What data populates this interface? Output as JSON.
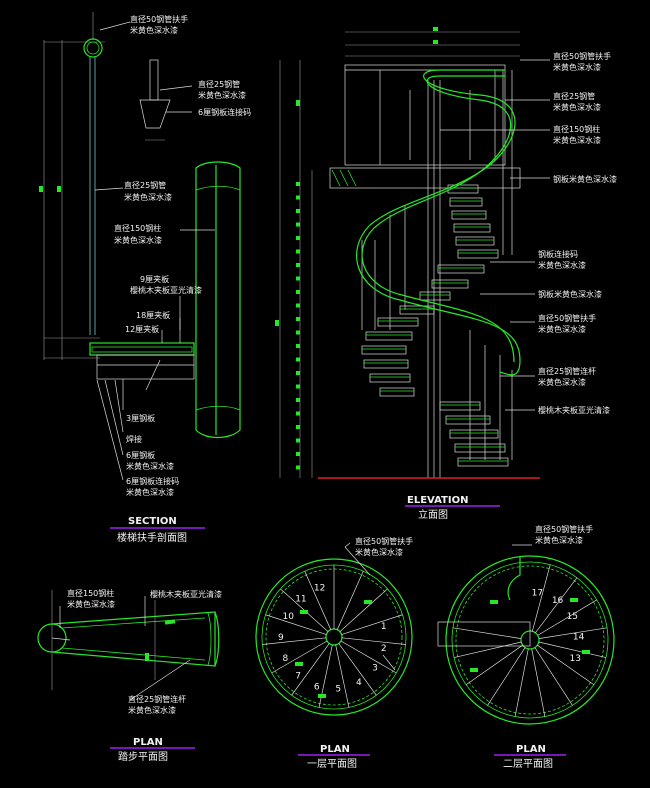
{
  "section": {
    "title": "SECTION",
    "subtitle": "楼梯扶手剖面图",
    "labels": [
      "直径50钢管扶手",
      "米黄色深水漆",
      "直径25钢管",
      "米黄色深水漆",
      "6厘钢板连接码",
      "直径25钢管",
      "米黄色深水漆",
      "直径150钢柱",
      "米黄色深水漆",
      "9厘夹板",
      "樱桃木夹板亚光清漆",
      "18厘夹板",
      "12厘夹板",
      "3厘钢板",
      "焊接",
      "6厘钢板",
      "米黄色深水漆",
      "6厘钢板连接码",
      "米黄色深水漆"
    ]
  },
  "elevation": {
    "title": "ELEVATION",
    "subtitle": "立面图",
    "labels": [
      "直径50钢管扶手",
      "米黄色深水漆",
      "直径25钢管",
      "米黄色深水漆",
      "直径150钢柱",
      "米黄色深水漆",
      "钢板米黄色深水漆",
      "钢板连接码",
      "米黄色深水漆",
      "钢板米黄色深水漆",
      "直径50钢管扶手",
      "米黄色深水漆",
      "直径25钢管连杆",
      "米黄色深水漆",
      "樱桃木夹板亚光清漆"
    ]
  },
  "plan_step": {
    "title": "PLAN",
    "subtitle": "踏步平面图",
    "labels": [
      "直径150钢柱",
      "米黄色深水漆",
      "樱桃木夹板亚光清漆",
      "直径25钢管连杆",
      "米黄色深水漆"
    ]
  },
  "plan_first": {
    "title": "PLAN",
    "subtitle": "一层平面图",
    "labels": [
      "直径50钢管扶手",
      "米黄色深水漆"
    ],
    "step_numbers": [
      "1",
      "2",
      "3",
      "4",
      "5",
      "6",
      "7",
      "8",
      "9",
      "10",
      "11",
      "12"
    ]
  },
  "plan_second": {
    "title": "PLAN",
    "subtitle": "二层平面图",
    "labels": [
      "直径50钢管扶手",
      "米黄色深水漆"
    ],
    "step_numbers": [
      "13",
      "14",
      "15",
      "16",
      "17"
    ]
  }
}
